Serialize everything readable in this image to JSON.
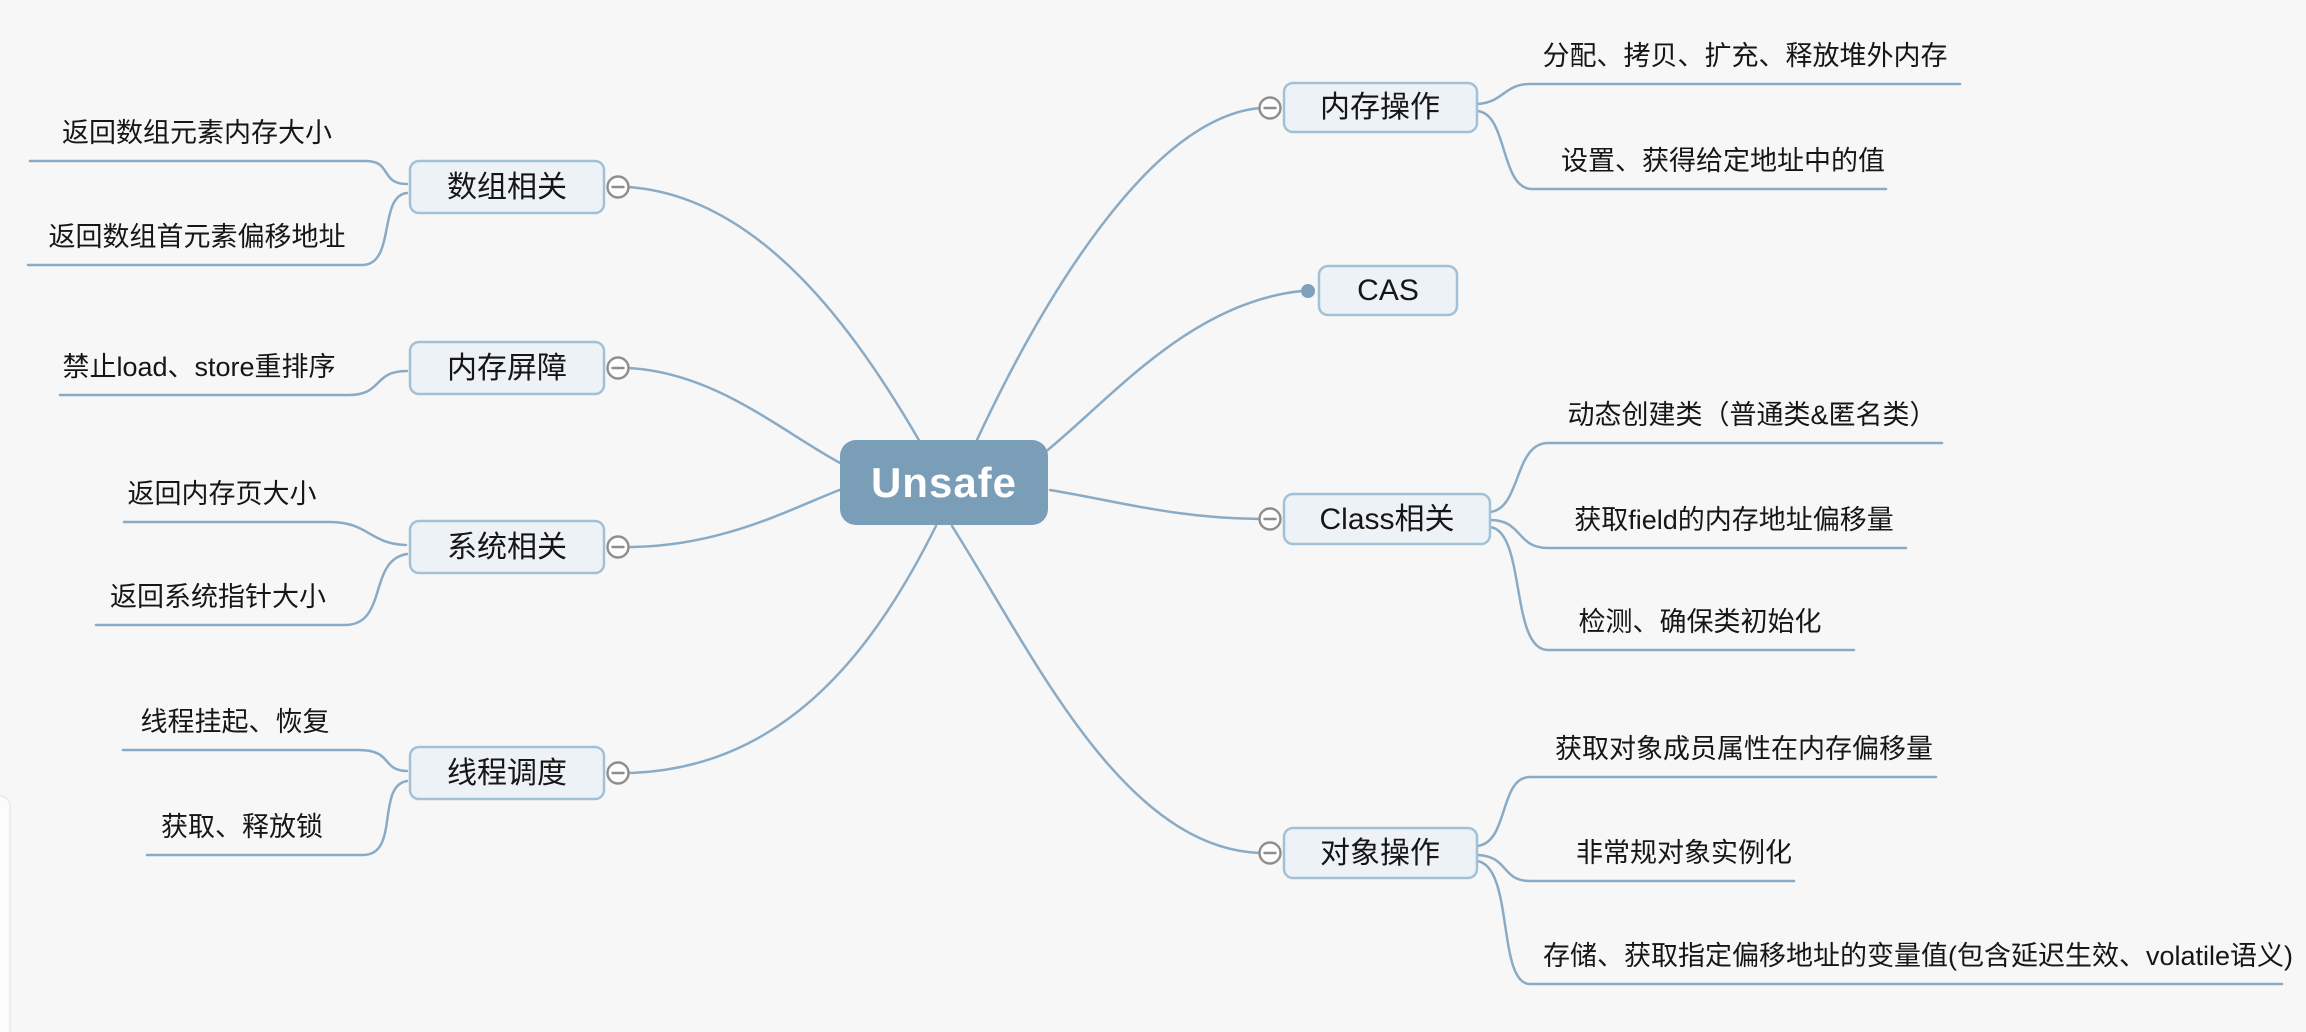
{
  "canvas": {
    "background": "#f7f7f7"
  },
  "palette": {
    "root_fill": "#7b9eb8",
    "root_text": "#ffffff",
    "branch_line": "#8aabc5",
    "topic_box_fill": "#edf2f7",
    "topic_box_border": "#a3c1d6",
    "text": "#161616",
    "collapse_button_border": "#8d8d8d",
    "cas_dot": "#7fa2bc"
  },
  "root": {
    "label": "Unsafe"
  },
  "branches": [
    {
      "label": "数组相关",
      "children": [
        "返回数组元素内存大小",
        "返回数组首元素偏移地址"
      ]
    },
    {
      "label": "内存屏障",
      "children": [
        "禁止load、store重排序"
      ]
    },
    {
      "label": "系统相关",
      "children": [
        "返回内存页大小",
        "返回系统指针大小"
      ]
    },
    {
      "label": "线程调度",
      "children": [
        "线程挂起、恢复",
        "获取、释放锁"
      ]
    },
    {
      "label": "内存操作",
      "children": [
        "分配、拷贝、扩充、释放堆外内存",
        "设置、获得给定地址中的值"
      ]
    },
    {
      "label": "CAS",
      "children": []
    },
    {
      "label": "Class相关",
      "children": [
        "动态创建类（普通类&匿名类）",
        "获取field的内存地址偏移量",
        "检测、确保类初始化"
      ]
    },
    {
      "label": "对象操作",
      "children": [
        "获取对象成员属性在内存偏移量",
        "非常规对象实例化",
        "存储、获取指定偏移地址的变量值(包含延迟生效、volatile语义)"
      ]
    }
  ]
}
